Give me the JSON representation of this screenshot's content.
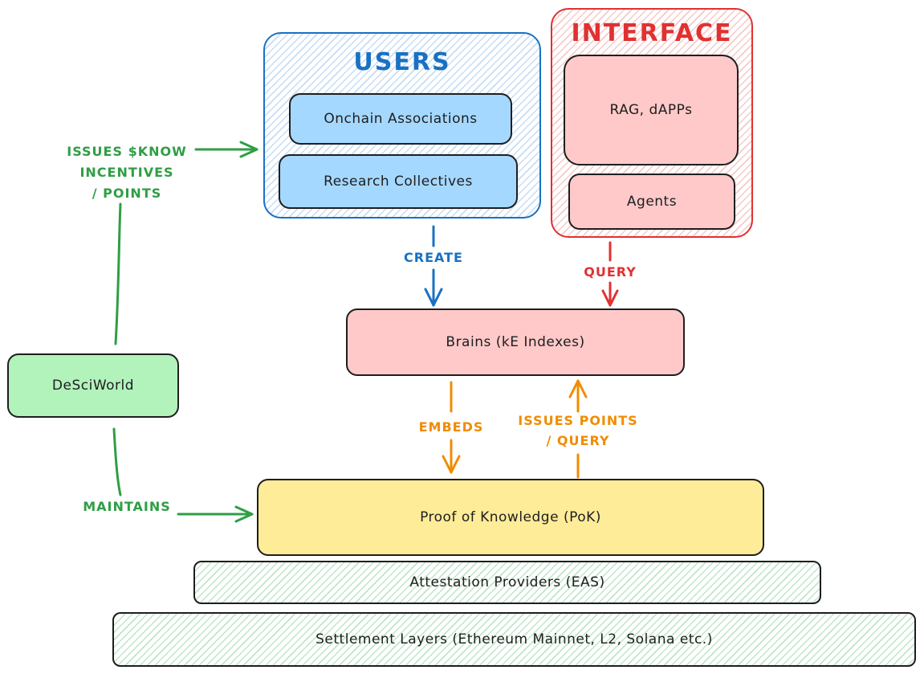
{
  "groups": {
    "users": {
      "title": "USERS",
      "items": [
        "Onchain Associations",
        "Research Collectives"
      ]
    },
    "interface": {
      "title": "INTERFACE",
      "items": [
        "RAG, dAPPs",
        "Agents"
      ]
    }
  },
  "nodes": {
    "brains": "Brains (kE Indexes)",
    "desciworld": "DeSciWorld",
    "pok": "Proof of Knowledge (PoK)",
    "attestation": "Attestation Providers (EAS)",
    "settlement": "Settlement Layers (Ethereum Mainnet, L2, Solana etc.)"
  },
  "edges": {
    "create": "CREATE",
    "query": "QUERY",
    "embeds": "EMBEDS",
    "issues_points_1": "ISSUES POINTS",
    "issues_points_2": "/ QUERY",
    "issues_know_1": "ISSUES $KNOW",
    "issues_know_2": "INCENTIVES",
    "issues_know_3": "/ POINTS",
    "maintains": "MAINTAINS"
  },
  "colors": {
    "users_blue": "#1971c2",
    "interface_red": "#e03131",
    "incentive_green": "#2f9e44",
    "embed_orange": "#f08c00",
    "user_item_fill": "#a5d8ff",
    "interface_item_fill": "#ffc9c9",
    "brains_fill": "#ffc9c9",
    "desciworld_fill": "#b2f2bb",
    "pok_fill": "#ffec99"
  }
}
